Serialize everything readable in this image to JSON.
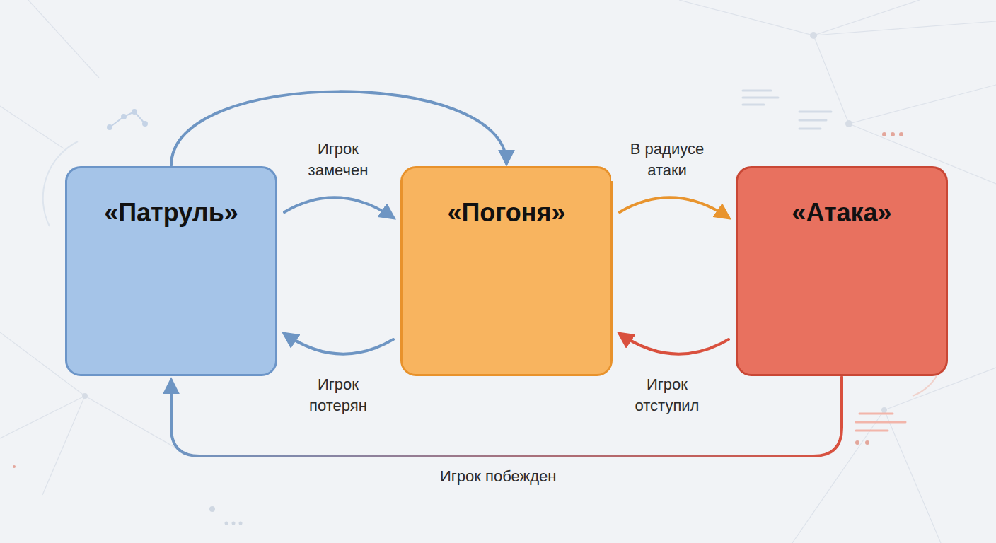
{
  "diagram": {
    "nodes": [
      {
        "text": [
          "«Патруль»"
        ]
      },
      {
        "text": [
          "«Погоня»"
        ]
      },
      {
        "text": [
          "«Атака»"
        ]
      }
    ],
    "edges": [
      {
        "from": 0,
        "to": 1,
        "arrow": "to"
      },
      {
        "from": 0,
        "to": 1,
        "label": "Игрок замечен",
        "arrow": "to"
      },
      {
        "from": 1,
        "to": 2,
        "label": "В радиусе атаки",
        "arrow": "to"
      },
      {
        "from": 1,
        "to": 0,
        "label": "Игрок потерян",
        "arrow": "to"
      },
      {
        "from": 2,
        "to": 1,
        "label": "Игрок отступил",
        "arrow": "to"
      },
      {
        "from": 2,
        "to": 0,
        "label": "Игрок побежден",
        "arrow": "to"
      }
    ]
  }
}
